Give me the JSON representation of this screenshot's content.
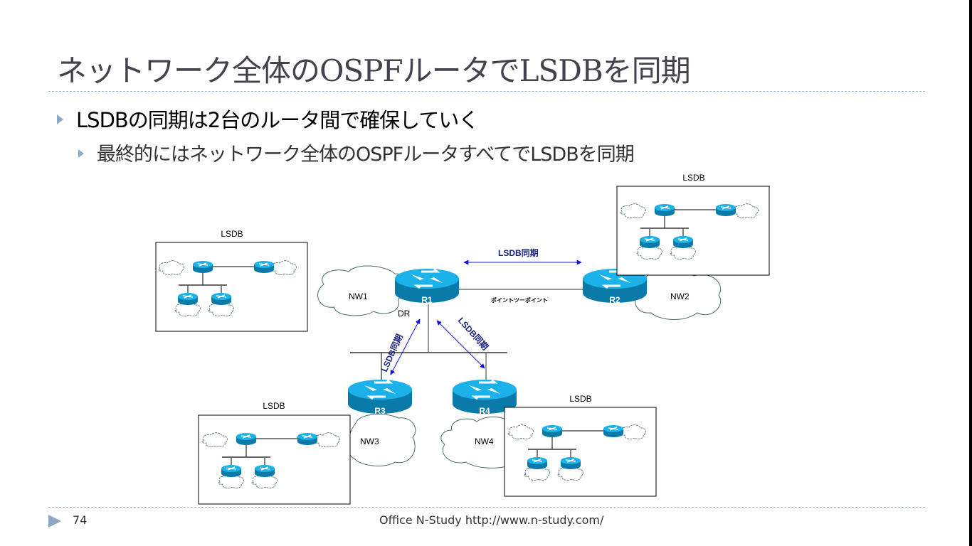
{
  "slide": {
    "title": "ネットワーク全体のOSPFルータでLSDBを同期",
    "bullets": [
      {
        "level": 1,
        "text": "LSDBの同期は2台のルータ間で確保していく"
      },
      {
        "level": 2,
        "text": "最終的にはネットワーク全体のOSPFルータすべてでLSDBを同期"
      }
    ],
    "footer": {
      "page_number": "74",
      "text": "Office N-Study http://www.n-study.com/"
    }
  },
  "diagram": {
    "routers": [
      {
        "id": "R1",
        "label": "R1",
        "role": "DR"
      },
      {
        "id": "R2",
        "label": "R2"
      },
      {
        "id": "R3",
        "label": "R3"
      },
      {
        "id": "R4",
        "label": "R4"
      }
    ],
    "networks": [
      {
        "id": "NW1",
        "label": "NW1"
      },
      {
        "id": "NW2",
        "label": "NW2"
      },
      {
        "id": "NW3",
        "label": "NW3"
      },
      {
        "id": "NW4",
        "label": "NW4"
      }
    ],
    "dr_label": "DR",
    "p2p_label": "ポイントツーポイント",
    "sync_label": "LSDB同期",
    "sync_links": [
      {
        "from": "R1",
        "to": "R2",
        "label": "LSDB同期"
      },
      {
        "from": "R1",
        "to": "R3",
        "label": "LSDB同期"
      },
      {
        "from": "R1",
        "to": "R4",
        "label": "LSDB同期"
      }
    ],
    "lsdb_boxes": [
      {
        "attached_to": "R1",
        "title": "LSDB"
      },
      {
        "attached_to": "R2",
        "title": "LSDB"
      },
      {
        "attached_to": "R3",
        "title": "LSDB"
      },
      {
        "attached_to": "R4",
        "title": "LSDB"
      }
    ],
    "colors": {
      "router_top": "#1ab2e8",
      "router_side": "#0a7ba8",
      "arrow": "#1010e0",
      "sync_text": "#1a237e",
      "cloud_stroke": "#4a6a6a"
    }
  }
}
